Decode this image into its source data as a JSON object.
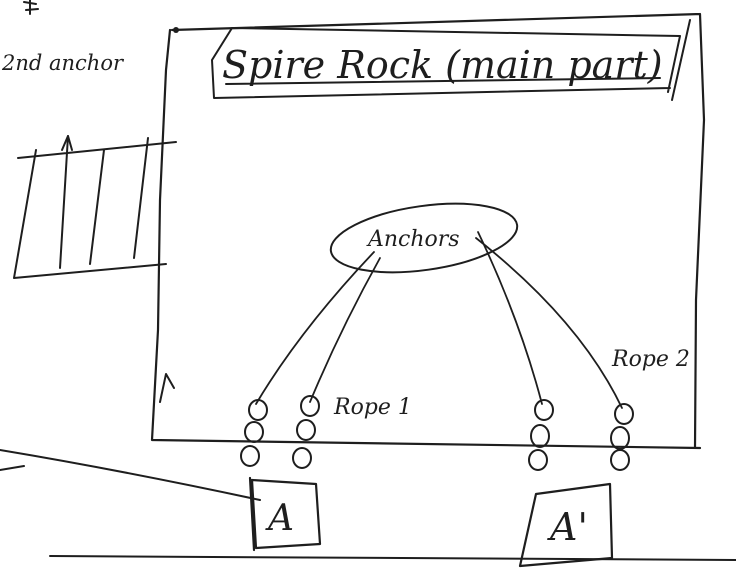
{
  "diagram": {
    "title": "Spire Rock (main part)",
    "corner_note": "2nd anchor",
    "anchors_label": "Anchors",
    "rope1_label": "Rope 1",
    "rope2_label": "Rope 2",
    "box_a_label": "A",
    "box_a_prime_label": "A'"
  }
}
